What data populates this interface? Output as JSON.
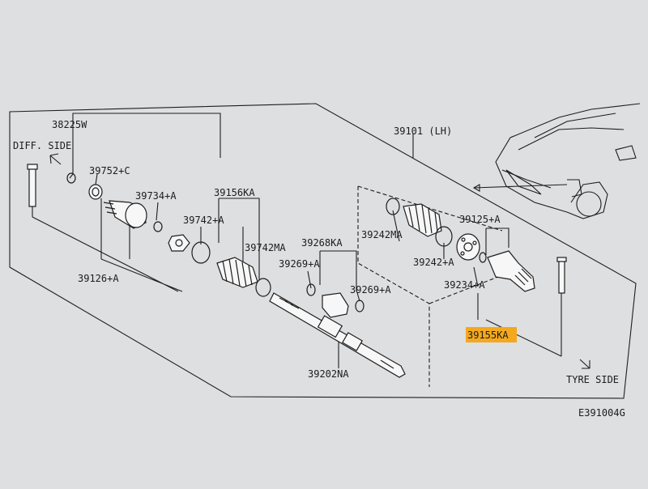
{
  "diagram": {
    "labels": {
      "p38225w": "38225W",
      "p39101lh": "39101 (LH)",
      "diff_side": "DIFF. SIDE",
      "p39752c": "39752+C",
      "p39734a": "39734+A",
      "p39156ka": "39156KA",
      "p39742a": "39742+A",
      "p39742ma_left": "39742MA",
      "p39126a": "39126+A",
      "p39268ka": "39268KA",
      "p39269a_top": "39269+A",
      "p39269a_bottom": "39269+A",
      "p39242ma": "39242MA",
      "p39242a": "39242+A",
      "p39125a": "39125+A",
      "p39234a": "39234+A",
      "p39155ka": "39155KA",
      "p39202na": "39202NA",
      "tyre_side": "TYRE SIDE",
      "code": "E391004G"
    },
    "highlight_color": "#f4a81d",
    "background_color": "#dedfe1"
  }
}
